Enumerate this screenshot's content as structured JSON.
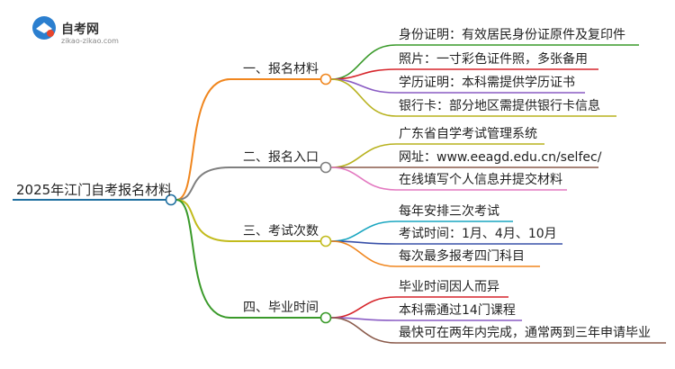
{
  "logo": {
    "title": "自考网",
    "subtitle": "zikao-zikao.com"
  },
  "root": {
    "label": "2025年江门自考报名材料",
    "color": "#1f6fa0"
  },
  "branches": [
    {
      "label": "一、报名材料",
      "color": "#f0861e",
      "leaves": [
        {
          "text": "身份证明：有效居民身份证原件及复印件",
          "color": "#3a9a2a"
        },
        {
          "text": "照片：一寸彩色证件照，多张备用",
          "color": "#d6252b"
        },
        {
          "text": "学历证明：本科需提供学历证书",
          "color": "#8a5cc4"
        },
        {
          "text": "银行卡：部分地区需提供银行卡信息",
          "color": "#b8b21f"
        }
      ]
    },
    {
      "label": "二、报名入口",
      "color": "#7f7f7f",
      "leaves": [
        {
          "text": "广东省自学考试管理系统",
          "color": "#b8b21f"
        },
        {
          "text": "网址：www.eeagd.edu.cn/selfec/",
          "color": "#8a5a4a"
        },
        {
          "text": "在线填写个人信息并提交材料",
          "color": "#e37ac1"
        }
      ]
    },
    {
      "label": "三、考试次数",
      "color": "#c2bb1c",
      "leaves": [
        {
          "text": "每年安排三次考试",
          "color": "#1aa6c0"
        },
        {
          "text": "考试时间：1月、4月、10月",
          "color": "#3850a8"
        },
        {
          "text": "每次最多报考四门科目",
          "color": "#f0861e"
        }
      ]
    },
    {
      "label": "四、毕业时间",
      "color": "#3a9a2a",
      "leaves": [
        {
          "text": "毕业时间因人而异",
          "color": "#d6252b"
        },
        {
          "text": "本科需通过14门课程",
          "color": "#8a5cc4"
        },
        {
          "text": "最快可在两年内完成，通常两到三年申请毕业",
          "color": "#8a5a4a"
        }
      ]
    }
  ]
}
